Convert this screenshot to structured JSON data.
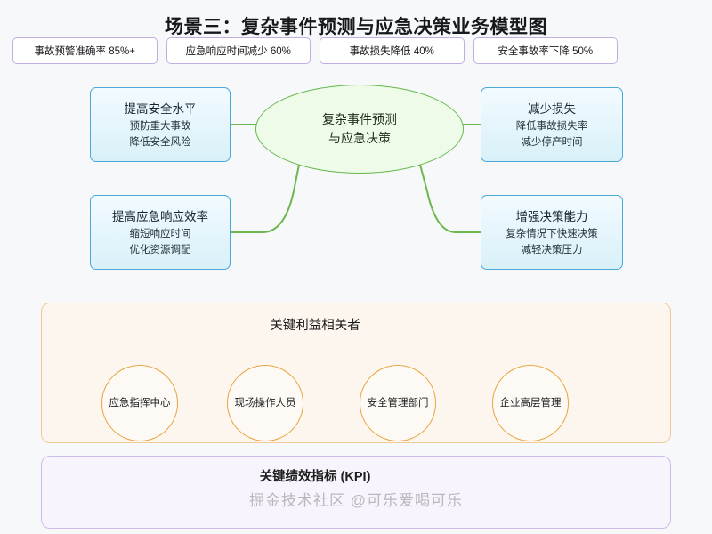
{
  "title": "场景三：复杂事件预测与应急决策业务模型图",
  "center": {
    "line1": "复杂事件预测",
    "line2": "与应急决策"
  },
  "benefits": [
    {
      "head": "提高安全水平",
      "sub1": "预防重大事故",
      "sub2": "降低安全风险"
    },
    {
      "head": "减少损失",
      "sub1": "降低事故损失率",
      "sub2": "减少停产时间"
    },
    {
      "head": "提高应急响应效率",
      "sub1": "缩短响应时间",
      "sub2": "优化资源调配"
    },
    {
      "head": "增强决策能力",
      "sub1": "复杂情况下快速决策",
      "sub2": "减轻决策压力"
    }
  ],
  "stakeholders": {
    "title": "关键利益相关者",
    "items": [
      {
        "label": "应急指挥中心"
      },
      {
        "label": "现场操作人员"
      },
      {
        "label": "安全管理部门"
      },
      {
        "label": "企业高层管理"
      }
    ]
  },
  "kpi": {
    "title": "关键绩效指标 (KPI)",
    "items": [
      {
        "label": "事故预警准确率 85%+"
      },
      {
        "label": "应急响应时间减少 60%"
      },
      {
        "label": "事故损失降低 40%"
      },
      {
        "label": "安全事故率下降 50%"
      }
    ]
  },
  "watermark": "掘金技术社区 @可乐爱喝可乐",
  "colors": {
    "center_border": "#66b84c",
    "center_fill": "#edfbe8",
    "benefit_border": "#49a8d8",
    "stakeholder_border": "#e8a33d",
    "kpi_border": "#cdbce8",
    "connector": "#6cb84f"
  }
}
